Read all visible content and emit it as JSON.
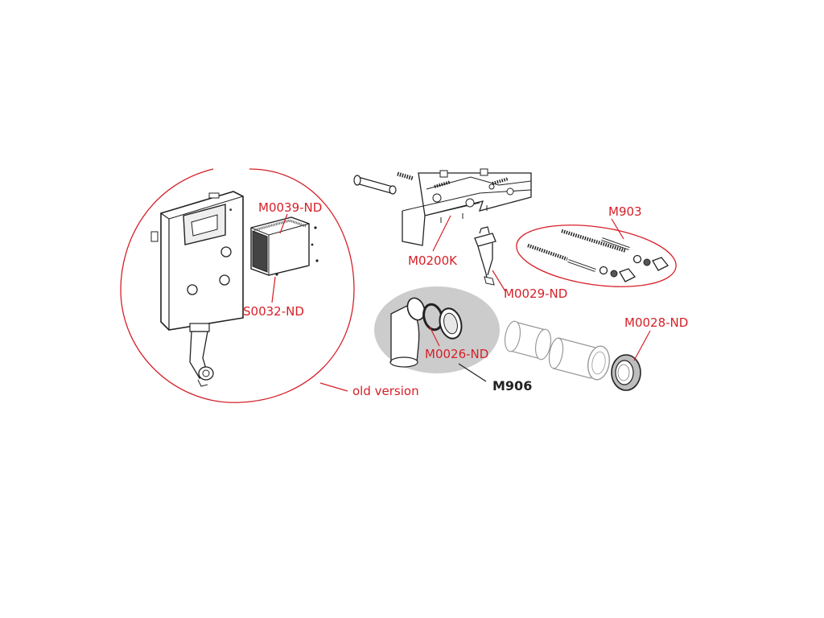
{
  "colors": {
    "label_red": "#d62028",
    "ink": "#222222",
    "part_gray": "#bdbdbd",
    "highlight_gray": "#cccccc"
  },
  "labels": {
    "m0039": "M0039-ND",
    "s0032": "S0032-ND",
    "old_version": "old version",
    "m0200k": "M0200K",
    "m903": "M903",
    "m0029": "M0029-ND",
    "m0026": "M0026-ND",
    "m906": "M906",
    "m0028": "M0028-ND"
  }
}
